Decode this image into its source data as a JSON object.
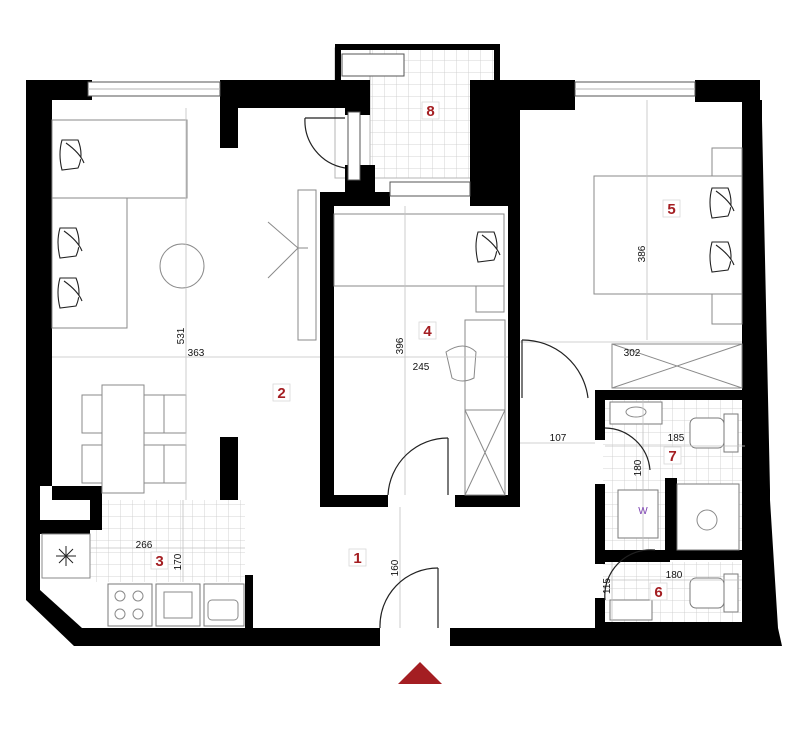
{
  "colors": {
    "wall": "#000000",
    "room_number": "#a41e22",
    "entrance_arrow": "#a41e22",
    "w_label": "#7a3fb0"
  },
  "rooms": [
    {
      "id": "room-1",
      "number": "1"
    },
    {
      "id": "room-2",
      "number": "2"
    },
    {
      "id": "room-3",
      "number": "3"
    },
    {
      "id": "room-4",
      "number": "4"
    },
    {
      "id": "room-5",
      "number": "5"
    },
    {
      "id": "room-6",
      "number": "6"
    },
    {
      "id": "room-7",
      "number": "7"
    },
    {
      "id": "room-8",
      "number": "8"
    }
  ],
  "dimensions": {
    "d531": "531",
    "d363": "363",
    "d396": "396",
    "d245": "245",
    "d386": "386",
    "d302": "302",
    "d107": "107",
    "d185": "185",
    "d180a": "180",
    "d266": "266",
    "d170": "170",
    "d160": "160",
    "d180b": "180",
    "d115": "115"
  },
  "labels": {
    "washer": "W"
  },
  "icons": {
    "entrance": "entrance-arrow-icon",
    "fan": "extractor-fan-icon"
  }
}
